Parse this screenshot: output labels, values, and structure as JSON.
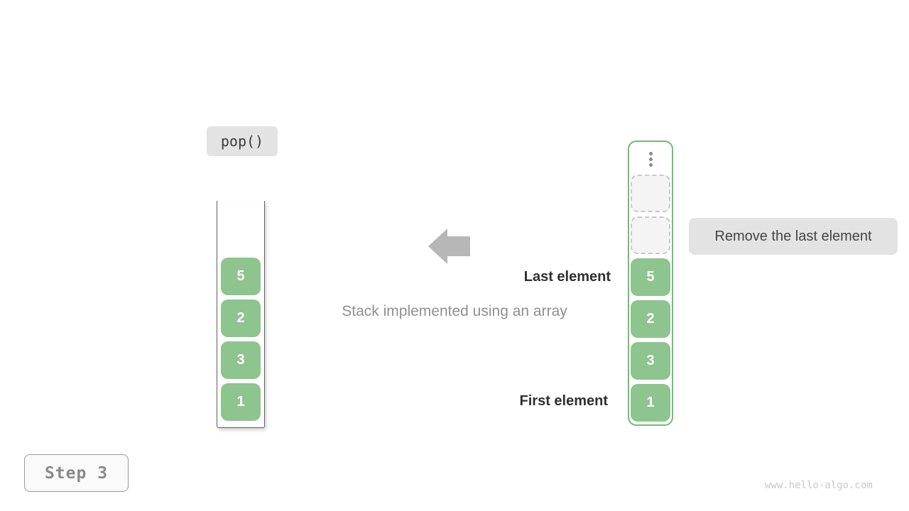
{
  "operation": {
    "label": "pop()"
  },
  "caption": {
    "text": "Stack implemented using an array"
  },
  "annotations": {
    "last_element": "Last element",
    "first_element": "First element",
    "remove_note": "Remove the last element"
  },
  "stack": {
    "description": "stack tube, values top to bottom",
    "values": [
      "5",
      "2",
      "3",
      "1"
    ]
  },
  "array": {
    "description": "array representation, values top to bottom",
    "empty_slot_count": 2,
    "values": [
      "5",
      "2",
      "3",
      "1"
    ]
  },
  "step": {
    "label": "Step 3"
  },
  "watermark": {
    "text": "www.hello-algo.com"
  },
  "colors": {
    "block_green": "#8ec48e",
    "array_border_green": "#75ba75",
    "label_box_gray": "#e3e3e3",
    "arrow_gray": "#b7b7b7",
    "annotation_text": "#2f2f2f",
    "caption_gray": "#919191",
    "step_text_gray": "#8a8a8a",
    "watermark_gray": "#c9c9c9"
  }
}
